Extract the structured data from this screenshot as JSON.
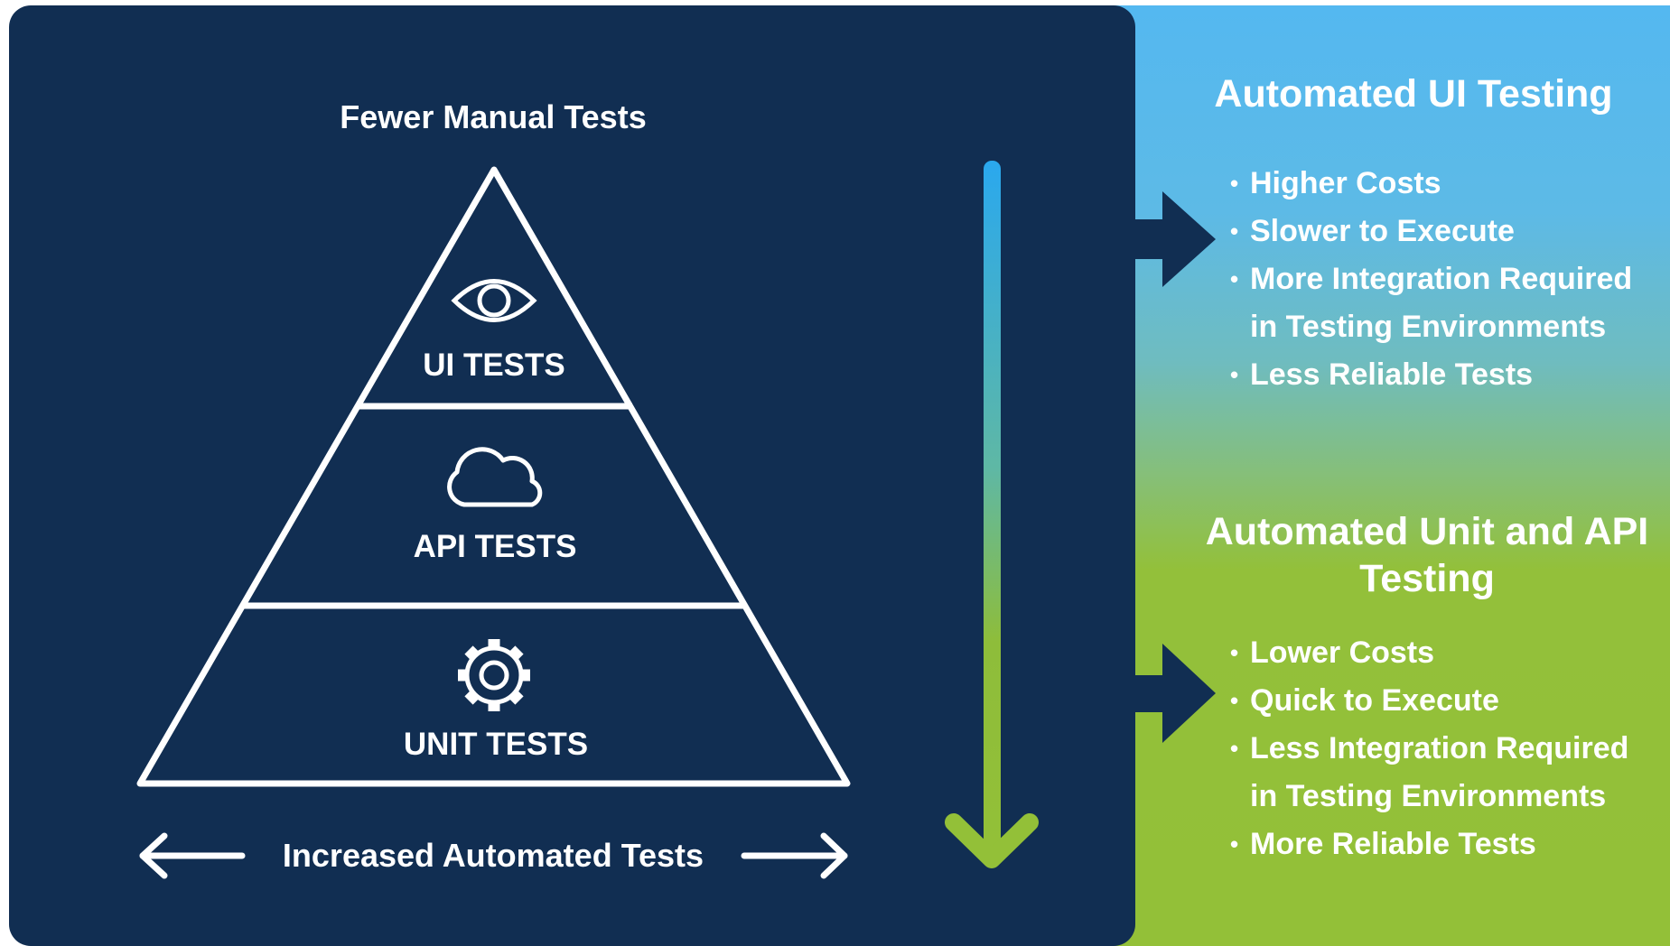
{
  "colors": {
    "navy": "#112e52",
    "sky_blue": "#54b8f0",
    "lime_green": "#93c038",
    "white": "#ffffff"
  },
  "pyramid": {
    "top_label": "Fewer Manual Tests",
    "bottom_label": "Increased Automated Tests",
    "tiers": [
      {
        "label": "UI TESTS",
        "icon": "eye-icon"
      },
      {
        "label": "API TESTS",
        "icon": "cloud-icon"
      },
      {
        "label": "UNIT TESTS",
        "icon": "gear-icon"
      }
    ]
  },
  "ui_testing": {
    "title": "Automated UI Testing",
    "bullets": [
      "Higher Costs",
      "Slower to Execute",
      "More Integration Required in Testing Environments",
      "Less Reliable Tests"
    ]
  },
  "unit_api_testing": {
    "title": "Automated Unit and API Testing",
    "bullets": [
      "Lower Costs",
      "Quick to Execute",
      "Less Integration Required in Testing Environments",
      "More Reliable Tests"
    ]
  }
}
